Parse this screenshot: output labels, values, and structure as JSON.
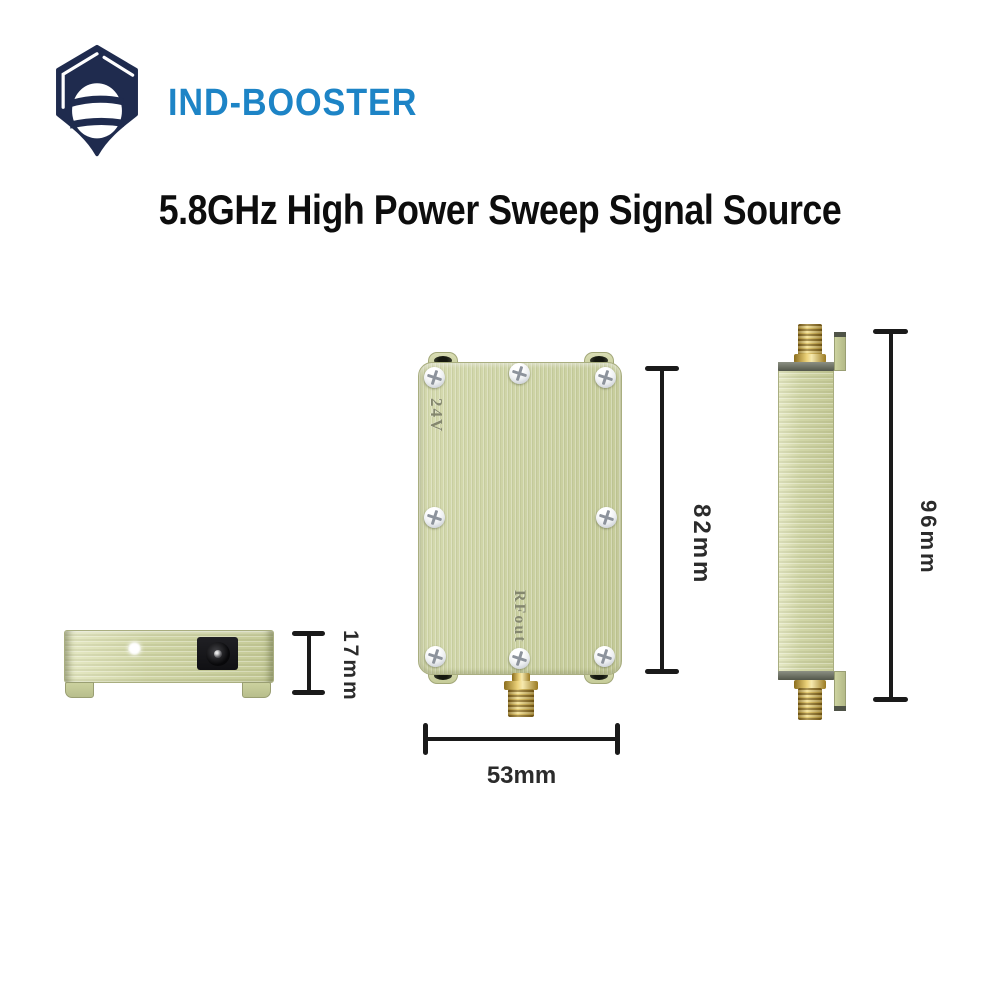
{
  "brand": {
    "name": "IND-BOOSTER"
  },
  "title": "5.8GHz High Power Sweep Signal Source",
  "views": {
    "front": {
      "power_port_label": "24V",
      "rf_port_label": "RFout"
    }
  },
  "dimensions": {
    "end_view_height": "17mm",
    "front_view_height": "82mm",
    "front_view_width": "53mm",
    "side_view_height": "96mm"
  },
  "colors": {
    "brand_blue": "#1d84c6",
    "logo_navy": "#1f2b4e",
    "chassis_green": "#ccd2a4",
    "connector_gold": "#d4af37",
    "dimension_line": "#1a1a1a"
  }
}
